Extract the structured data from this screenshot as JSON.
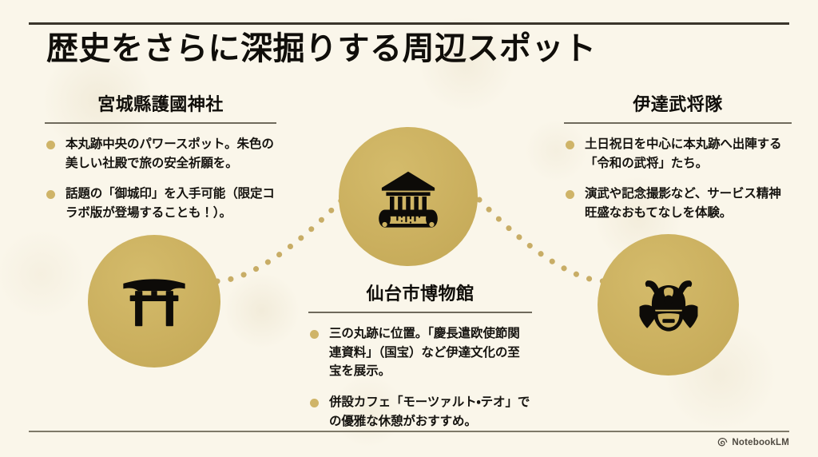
{
  "slide": {
    "title": "歴史をさらに深掘りする周辺スポット",
    "background_color": "#faf6ea",
    "rule_top_color": "#3a352b",
    "rule_bottom_color": "#7e7969",
    "accent_color": "#cbb05f",
    "bullet_color": "#cfb468",
    "text_color": "#15130f"
  },
  "spots": {
    "shrine": {
      "heading": "宮城縣護國神社",
      "icon": "torii-gate-icon",
      "bullets": [
        "本丸跡中央のパワースポット。朱色の美しい社殿で旅の安全祈願を。",
        "話題の「御城印」を入手可能（限定コラボ版が登場することも！）。"
      ]
    },
    "museum": {
      "heading": "仙台市博物館",
      "icon": "museum-building-icon",
      "bullets": [
        "三の丸跡に位置。「慶長遣欧使節関連資料」（国宝）など伊達文化の至宝を展示。",
        "併設カフェ「モーツァルト・テオ」での優雅な休憩がおすすめ。"
      ]
    },
    "samurai": {
      "heading": "伊達武将隊",
      "icon": "samurai-helmet-icon",
      "bullets": [
        "土日祝日を中心に本丸跡へ出陣する「令和の武将」たち。",
        "演武や記念撮影など、サービス精神旺盛なおもてなしを体験。"
      ]
    }
  },
  "footer": {
    "brand": "NotebookLM",
    "brand_icon": "notebooklm-spiral-icon"
  }
}
